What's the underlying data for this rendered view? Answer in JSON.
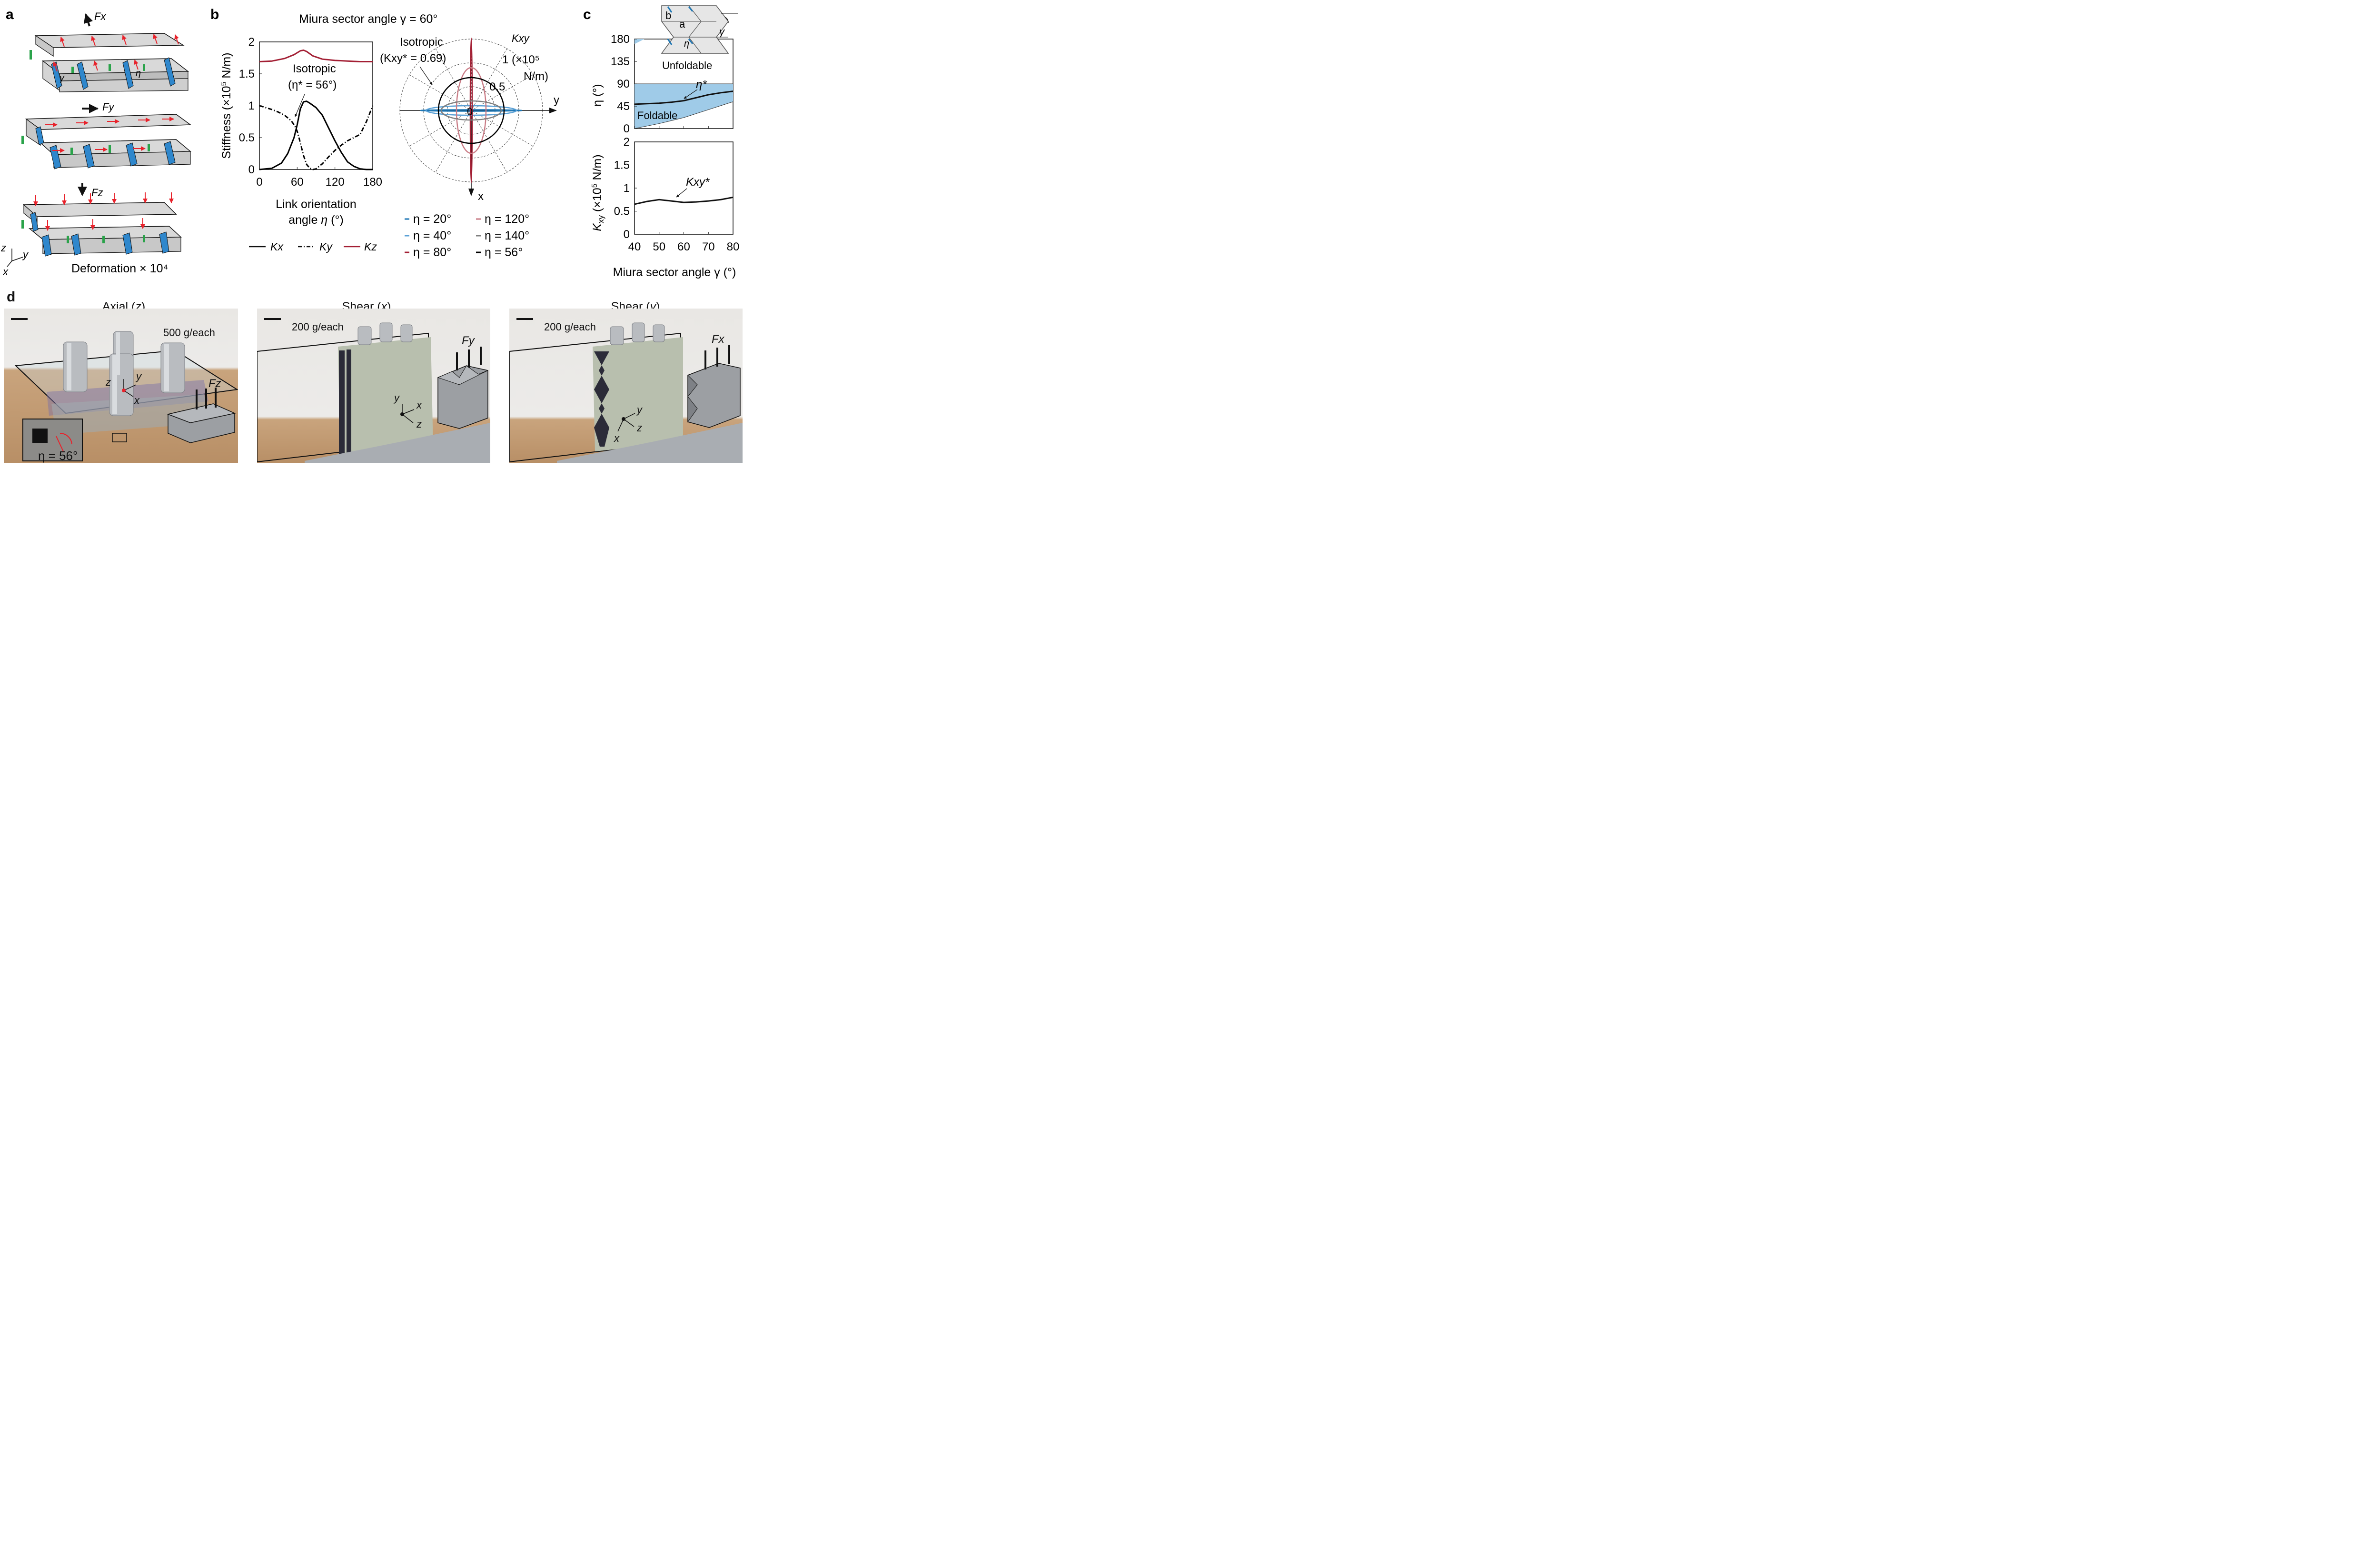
{
  "panel_letters": {
    "a": "a",
    "b": "b",
    "c": "c",
    "d": "d"
  },
  "panel_a": {
    "force_x": "Fx",
    "force_y": "Fy",
    "force_z": "Fz",
    "angle_gamma": "γ",
    "angle_eta": "η",
    "axis_z": "z",
    "axis_y": "y",
    "axis_x": "x",
    "caption": "Deformation × 10⁴"
  },
  "panel_b": {
    "title": "Miura sector angle γ = 60°",
    "isotropic_note_line1": "Isotropic",
    "isotropic_note_line2": "(η* = 56°)",
    "polar_note_line1": "Isotropic",
    "polar_note_line2": "(Kxy* = 0.69)",
    "polar_quantity": "Kxy",
    "polar_unit_line1": "1 (×10⁵",
    "polar_unit_line2": "N/m)",
    "polar_ring_05": "0.5",
    "polar_center": "0",
    "polar_axis_y": "y",
    "polar_axis_x": "x",
    "legend_kx": "Kx",
    "legend_ky": "Ky",
    "legend_kz": "Kz",
    "eta_legend": [
      {
        "label": "η = 20°",
        "color": "#1f77b4"
      },
      {
        "label": "η = 40°",
        "color": "#5aa0d6"
      },
      {
        "label": "η = 80°",
        "color": "#a31f34"
      },
      {
        "label": "η = 120°",
        "color": "#c97b85"
      },
      {
        "label": "η = 140°",
        "color": "#7f7f7f"
      },
      {
        "label": "η = 56°",
        "color": "#000000"
      }
    ]
  },
  "panel_c": {
    "inset_label_b": "b",
    "inset_label_a": "a",
    "inset_eta": "η",
    "inset_gamma": "γ",
    "top_ylabel": "η (°)",
    "region_unfoldable": "Unfoldable",
    "region_foldable": "Foldable",
    "curve_label_top": "η*",
    "bottom_ylabel": "Kxy (×10⁵ N/m)",
    "curve_label_bottom": "Kxy*",
    "xlabel": "Miura sector angle γ (°)",
    "foldable_color": "#9fcbe8"
  },
  "panel_d": {
    "photo1_title": "Axial (z)",
    "photo1_load": "500 g/each",
    "photo1_force": "Fz",
    "photo1_inset": "η = 56°",
    "photo2_title": "Shear (x)",
    "photo2_load": "200 g/each",
    "photo2_force": "Fy",
    "photo3_title": "Shear (y)",
    "photo3_load": "200 g/each",
    "photo3_force": "Fx",
    "axis_x": "x",
    "axis_y": "y",
    "axis_z": "z"
  },
  "chart_data": [
    {
      "type": "line",
      "title": "Miura sector angle γ = 60°",
      "xlabel": "Link orientation angle η (°)",
      "ylabel": "Stiffness (×10⁵ N/m)",
      "xlim": [
        0,
        180
      ],
      "ylim": [
        0,
        2
      ],
      "xticks": [
        0,
        60,
        120,
        180
      ],
      "yticks": [
        0,
        0.5,
        1,
        1.5,
        2
      ],
      "legend": "bottom",
      "series": [
        {
          "name": "Kx",
          "color": "#000000",
          "dash": "solid",
          "x": [
            0,
            20,
            35,
            45,
            55,
            60,
            65,
            70,
            75,
            80,
            90,
            100,
            110,
            120,
            130,
            140,
            150,
            160,
            170,
            180
          ],
          "y": [
            0,
            0.02,
            0.1,
            0.25,
            0.5,
            0.7,
            0.95,
            1.06,
            1.07,
            1.04,
            0.97,
            0.85,
            0.65,
            0.45,
            0.27,
            0.12,
            0.05,
            0.01,
            0,
            0
          ]
        },
        {
          "name": "Ky",
          "color": "#000000",
          "dash": "dashdot",
          "x": [
            0,
            10,
            20,
            30,
            40,
            50,
            56,
            60,
            65,
            70,
            75,
            80,
            85,
            90,
            100,
            110,
            120,
            130,
            140,
            150,
            160,
            170,
            180
          ],
          "y": [
            1.0,
            0.97,
            0.94,
            0.9,
            0.85,
            0.77,
            0.69,
            0.6,
            0.42,
            0.22,
            0.08,
            0.02,
            0,
            0.01,
            0.09,
            0.2,
            0.3,
            0.38,
            0.45,
            0.5,
            0.55,
            0.75,
            1.0
          ]
        },
        {
          "name": "Kz",
          "color": "#a31f34",
          "dash": "solid",
          "x": [
            0,
            20,
            40,
            55,
            65,
            70,
            75,
            85,
            100,
            120,
            140,
            160,
            180
          ],
          "y": [
            1.69,
            1.7,
            1.74,
            1.8,
            1.86,
            1.87,
            1.85,
            1.78,
            1.73,
            1.71,
            1.7,
            1.69,
            1.69
          ]
        }
      ]
    },
    {
      "type": "scatter",
      "title": "Kxy",
      "radial_ticks": [
        0.5,
        1
      ],
      "series": [
        {
          "name": "η = 20°",
          "semi_x_axis": 0.005,
          "semi_y_axis": 1.06
        },
        {
          "name": "η = 40°",
          "semi_x_axis": 0.1,
          "semi_y_axis": 0.95
        },
        {
          "name": "η = 80°",
          "semi_x_axis": 1.52,
          "semi_y_axis": 0.02
        },
        {
          "name": "η = 120°",
          "semi_x_axis": 0.9,
          "semi_y_axis": 0.31
        },
        {
          "name": "η = 140°",
          "semi_x_axis": 0.2,
          "semi_y_axis": 0.63
        },
        {
          "name": "η = 56°",
          "semi_x_axis": 0.69,
          "semi_y_axis": 0.69
        }
      ]
    },
    {
      "type": "area",
      "ylabel": "η (°)",
      "xlim": [
        40,
        80
      ],
      "ylim": [
        0,
        180
      ],
      "xticks": [
        40,
        50,
        60,
        70,
        80
      ],
      "yticks": [
        0,
        45,
        90,
        135,
        180
      ],
      "foldable_region": {
        "x": [
          40,
          50,
          60,
          70,
          80
        ],
        "lower": [
          0,
          10,
          22,
          38,
          54
        ],
        "upper": [
          90,
          90,
          90,
          90,
          90
        ]
      },
      "upper_corner_region": {
        "x": [
          40,
          44
        ],
        "lower": [
          170,
          180
        ],
        "upper": [
          180,
          180
        ]
      },
      "series": [
        {
          "name": "η*",
          "x": [
            40,
            45,
            50,
            55,
            60,
            65,
            70,
            75,
            80
          ],
          "y": [
            49,
            50,
            51,
            53,
            56,
            62,
            68,
            72,
            75
          ]
        }
      ]
    },
    {
      "type": "line",
      "xlabel": "Miura sector angle γ (°)",
      "ylabel": "Kxy (×10⁵ N/m)",
      "xlim": [
        40,
        80
      ],
      "ylim": [
        0,
        2
      ],
      "xticks": [
        40,
        50,
        60,
        70,
        80
      ],
      "yticks": [
        0,
        0.5,
        1,
        1.5,
        2
      ],
      "series": [
        {
          "name": "Kxy*",
          "x": [
            40,
            45,
            50,
            55,
            60,
            65,
            70,
            75,
            80
          ],
          "y": [
            0.65,
            0.71,
            0.75,
            0.72,
            0.69,
            0.7,
            0.72,
            0.75,
            0.8
          ]
        }
      ]
    }
  ]
}
